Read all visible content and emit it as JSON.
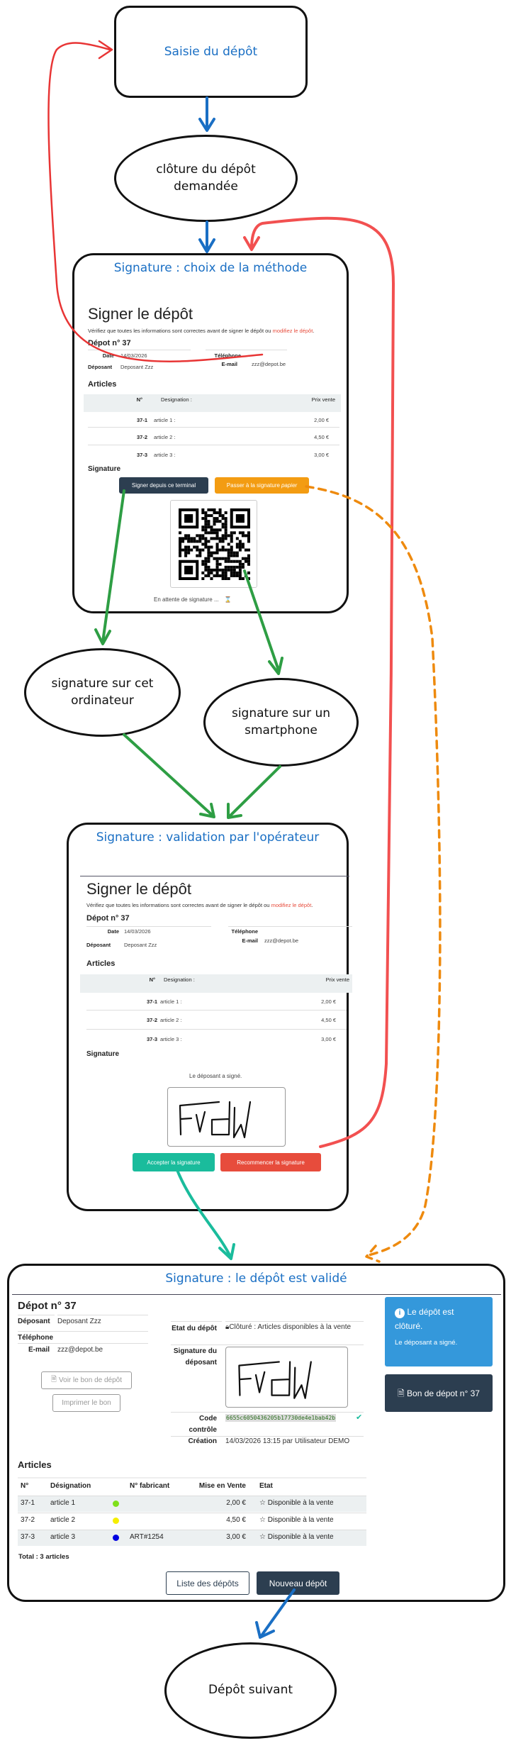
{
  "flow": {
    "start": "Saisie du dépôt",
    "close_request": "clôture du dépôt demandée",
    "sign_computer": "signature sur cet ordinateur",
    "sign_phone": "signature sur un smartphone",
    "next": "Dépôt suivant"
  },
  "colors": {
    "title_blue": "#1a6fc4",
    "arrow_blue": "#1a6fc4",
    "arrow_red": "#f25050",
    "arrow_green": "#2e9e44",
    "arrow_orange": "#ee8a0e",
    "arrow_teal": "#1abc9c"
  },
  "panel_method": {
    "title": "Signature : choix de la méthode",
    "heading": "Signer le dépôt",
    "desc": "Vérifiez que toutes les informations sont correctes avant de signer le dépôt ou ",
    "desc_link": "modifiez le dépôt",
    "desc_end": ".",
    "depot_title": "Dépot n° 37",
    "date_label": "Date",
    "date": "14/03/2026",
    "depositor_label": "Déposant",
    "depositor": "Deposant Zzz",
    "phone_label": "Téléphone",
    "phone": "",
    "email_label": "E-mail",
    "email": "zzz@depot.be",
    "articles_title": "Articles",
    "columns": [
      "N°",
      "Designation :",
      "Prix vente"
    ],
    "rows": [
      {
        "no": "37-1",
        "name": "article 1 :",
        "price": "2,00 €"
      },
      {
        "no": "37-2",
        "name": "article 2 :",
        "price": "4,50 €"
      },
      {
        "no": "37-3",
        "name": "article 3 :",
        "price": "3,00 €"
      }
    ],
    "signature_title": "Signature",
    "btn_terminal": "Signer depuis ce terminal",
    "btn_paper": "Passer à la signature ",
    "btn_paper_em": "papier",
    "waiting": "En attente de signature ...",
    "waiting_icon": "hourglass-icon"
  },
  "panel_validate": {
    "title": "Signature : validation par l'opérateur",
    "heading": "Signer le dépôt",
    "desc": "Vérifiez que toutes les informations sont correctes avant de signer le dépôt ou ",
    "desc_link": "modifiez le dépôt",
    "desc_end": ".",
    "depot_title": "Dépot n° 37",
    "date_label": "Date",
    "date": "14/03/2026",
    "depositor_label": "Déposant",
    "depositor": "Deposant Zzz",
    "phone_label": "Téléphone",
    "phone": "",
    "email_label": "E-mail",
    "email": "zzz@depot.be",
    "articles_title": "Articles",
    "columns": [
      "N°",
      "Designation :",
      "Prix vente"
    ],
    "rows": [
      {
        "no": "37-1",
        "name": "article 1 :",
        "price": "2,00 €"
      },
      {
        "no": "37-2",
        "name": "article 2 :",
        "price": "4,50 €"
      },
      {
        "no": "37-3",
        "name": "article 3 :",
        "price": "3,00 €"
      }
    ],
    "signature_title": "Signature",
    "signed_msg": "Le déposant a signé.",
    "btn_accept": "Accepter la signature",
    "btn_restart": "Recommencer la signature"
  },
  "panel_done": {
    "title": "Signature : le dépôt est validé",
    "depot_title": "Dépot n° 37",
    "depositor_label": "Déposant",
    "depositor": "Deposant Zzz",
    "phone_label": "Téléphone",
    "phone": "",
    "email_label": "E-mail",
    "email": "zzz@depot.be",
    "btn_view": "Voir le bon de dépôt",
    "btn_print": "Imprimer le bon",
    "state_label": "Etat du dépôt",
    "state": "Clôturé : Articles disponibles à la vente",
    "signature_label": "Signature du déposant",
    "code_label": "Code contrôle",
    "code": "6655c6050436205b17730de4e1bab42b",
    "created_label": "Création",
    "created": "14/03/2026 13:15 par Utilisateur DEMO",
    "info_title": "Le dépôt est clôturé.",
    "info_sub": "Le déposant a signé.",
    "btn_receipt": "Bon de dépot n° 37",
    "articles_title": "Articles",
    "columns": [
      "N°",
      "Désignation",
      "N° fabricant",
      "Mise en Vente",
      "Etat"
    ],
    "rows": [
      {
        "no": "37-1",
        "name": "article 1",
        "color": "#7fe01a",
        "maker": "",
        "price": "2,00 €",
        "state": "Disponible à la vente"
      },
      {
        "no": "37-2",
        "name": "article 2",
        "color": "#f5ee00",
        "maker": "",
        "price": "4,50 €",
        "state": "Disponible à la vente"
      },
      {
        "no": "37-3",
        "name": "article 3",
        "color": "#0000e0",
        "maker": "ART#1254",
        "price": "3,00 €",
        "state": "Disponible à la vente"
      }
    ],
    "total": "Total : 3 articles",
    "btn_list": "Liste des dépôts",
    "btn_new": "Nouveau dépôt"
  }
}
